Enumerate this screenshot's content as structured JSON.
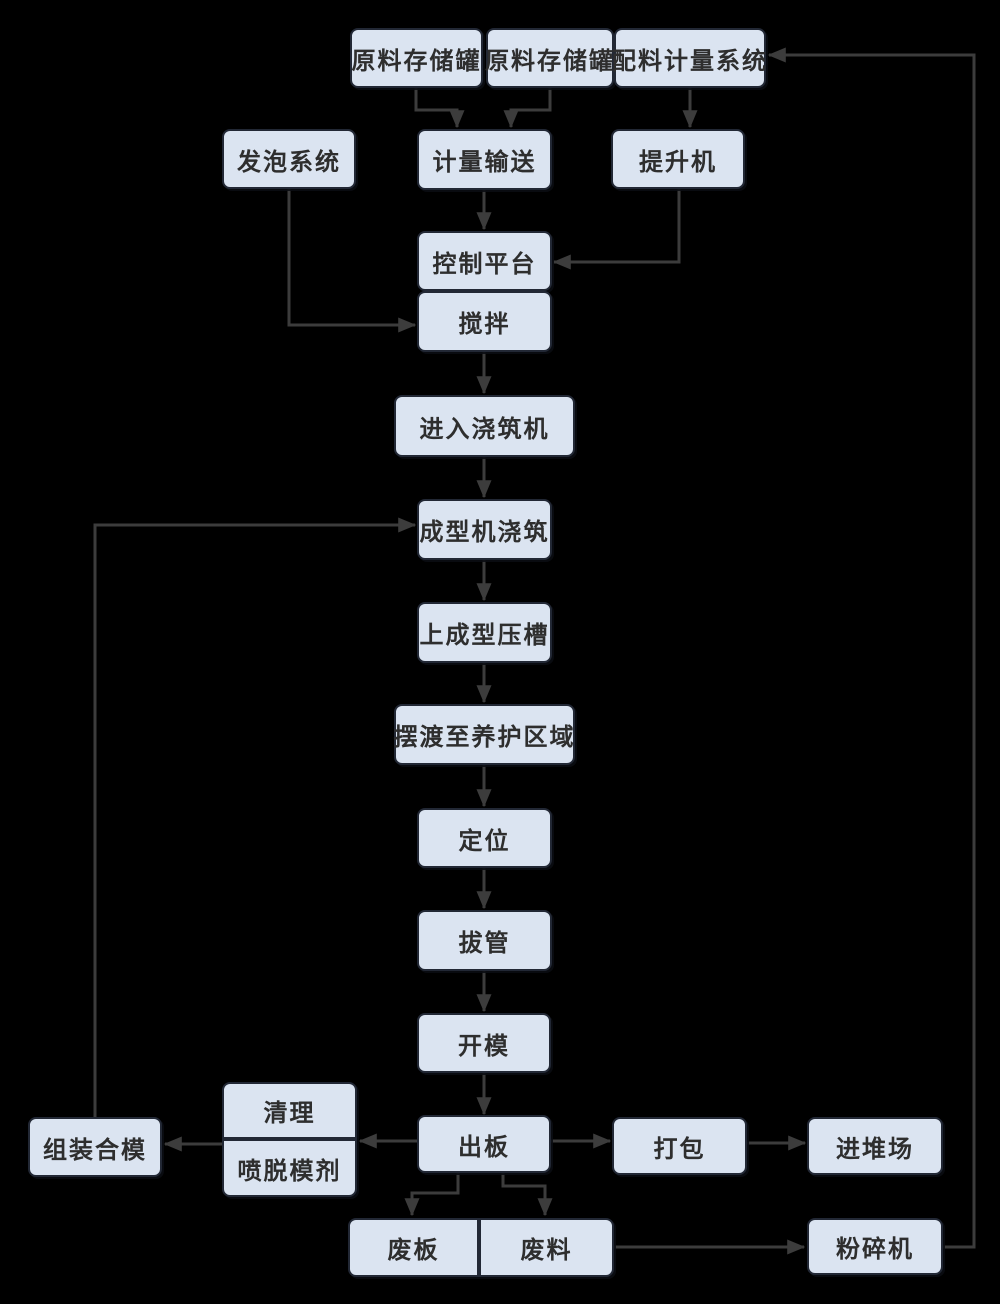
{
  "diagram": {
    "type": "flowchart",
    "colors": {
      "background": "#000000",
      "node_fill": "#dbe4f1",
      "node_border": "#222835",
      "connector": "#3c3c3c",
      "text": "#2e2e2e"
    },
    "nodes": {
      "tank1": {
        "label": "原料存储罐"
      },
      "tank2": {
        "label": "原料存储罐"
      },
      "batching": {
        "label": "配料计量系统"
      },
      "foaming": {
        "label": "发泡系统"
      },
      "metering": {
        "label": "计量输送"
      },
      "hoist": {
        "label": "提升机"
      },
      "control": {
        "label": "控制平台"
      },
      "mixing": {
        "label": "搅拌"
      },
      "enter_caster": {
        "label": "进入浇筑机"
      },
      "caster_pour": {
        "label": "成型机浇筑"
      },
      "press_groove": {
        "label": "上成型压槽"
      },
      "ferry_curing": {
        "label": "摆渡至养护区域"
      },
      "positioning": {
        "label": "定位"
      },
      "tube_pull": {
        "label": "拔管"
      },
      "open_mold": {
        "label": "开模"
      },
      "out_board": {
        "label": "出板"
      },
      "cleaning": {
        "label": "清理"
      },
      "spray_agent": {
        "label": "喷脱模剂"
      },
      "assemble_mold": {
        "label": "组装合模"
      },
      "packing": {
        "label": "打包"
      },
      "stack_yard": {
        "label": "进堆场"
      },
      "waste_board": {
        "label": "废板"
      },
      "waste_material": {
        "label": "废料"
      },
      "crusher": {
        "label": "粉碎机"
      }
    },
    "edges": [
      {
        "from": "tank1",
        "to": "metering"
      },
      {
        "from": "tank2",
        "to": "metering"
      },
      {
        "from": "batching",
        "to": "hoist"
      },
      {
        "from": "metering",
        "to": "control"
      },
      {
        "from": "hoist",
        "to": "control"
      },
      {
        "from": "foaming",
        "to": "mixing"
      },
      {
        "from": "mixing",
        "to": "enter_caster"
      },
      {
        "from": "enter_caster",
        "to": "caster_pour"
      },
      {
        "from": "caster_pour",
        "to": "press_groove"
      },
      {
        "from": "press_groove",
        "to": "ferry_curing"
      },
      {
        "from": "ferry_curing",
        "to": "positioning"
      },
      {
        "from": "positioning",
        "to": "tube_pull"
      },
      {
        "from": "tube_pull",
        "to": "open_mold"
      },
      {
        "from": "open_mold",
        "to": "out_board"
      },
      {
        "from": "out_board",
        "to": "cleaning"
      },
      {
        "from": "cleaning",
        "to": "assemble_mold"
      },
      {
        "from": "assemble_mold",
        "to": "caster_pour"
      },
      {
        "from": "out_board",
        "to": "packing"
      },
      {
        "from": "packing",
        "to": "stack_yard"
      },
      {
        "from": "out_board",
        "to": "waste_board"
      },
      {
        "from": "out_board",
        "to": "waste_material"
      },
      {
        "from": "waste_material",
        "to": "crusher"
      },
      {
        "from": "crusher",
        "to": "batching"
      }
    ]
  }
}
